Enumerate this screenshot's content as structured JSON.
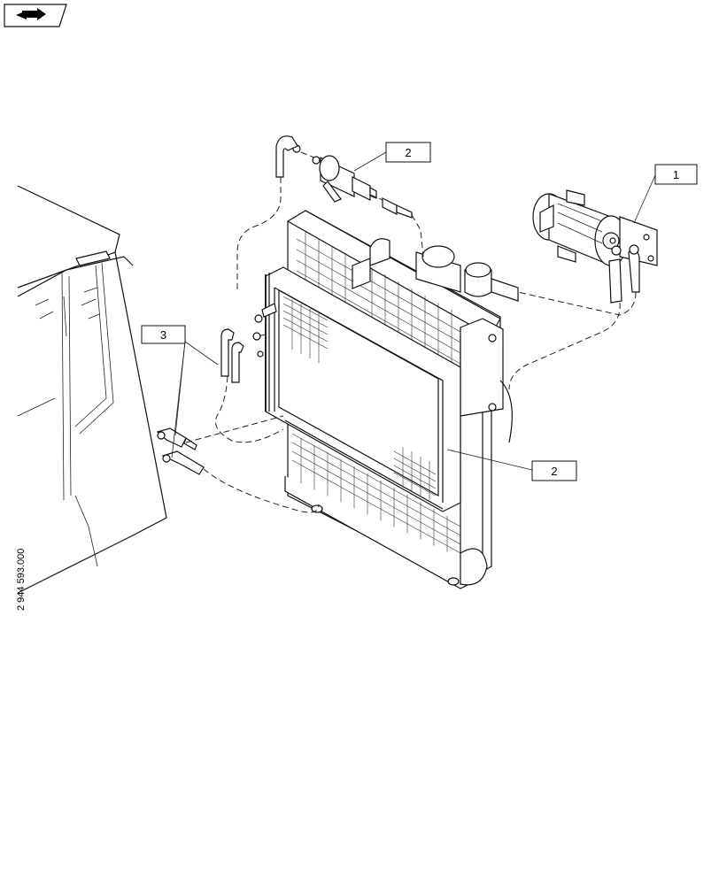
{
  "callouts": [
    {
      "id": "callout-1",
      "label": "1"
    },
    {
      "id": "callout-2a",
      "label": "2"
    },
    {
      "id": "callout-2b",
      "label": "2"
    },
    {
      "id": "callout-3",
      "label": "3"
    }
  ],
  "drawing_number": "2 944 593.000",
  "nav_icon": "next-page-arrow-icon"
}
